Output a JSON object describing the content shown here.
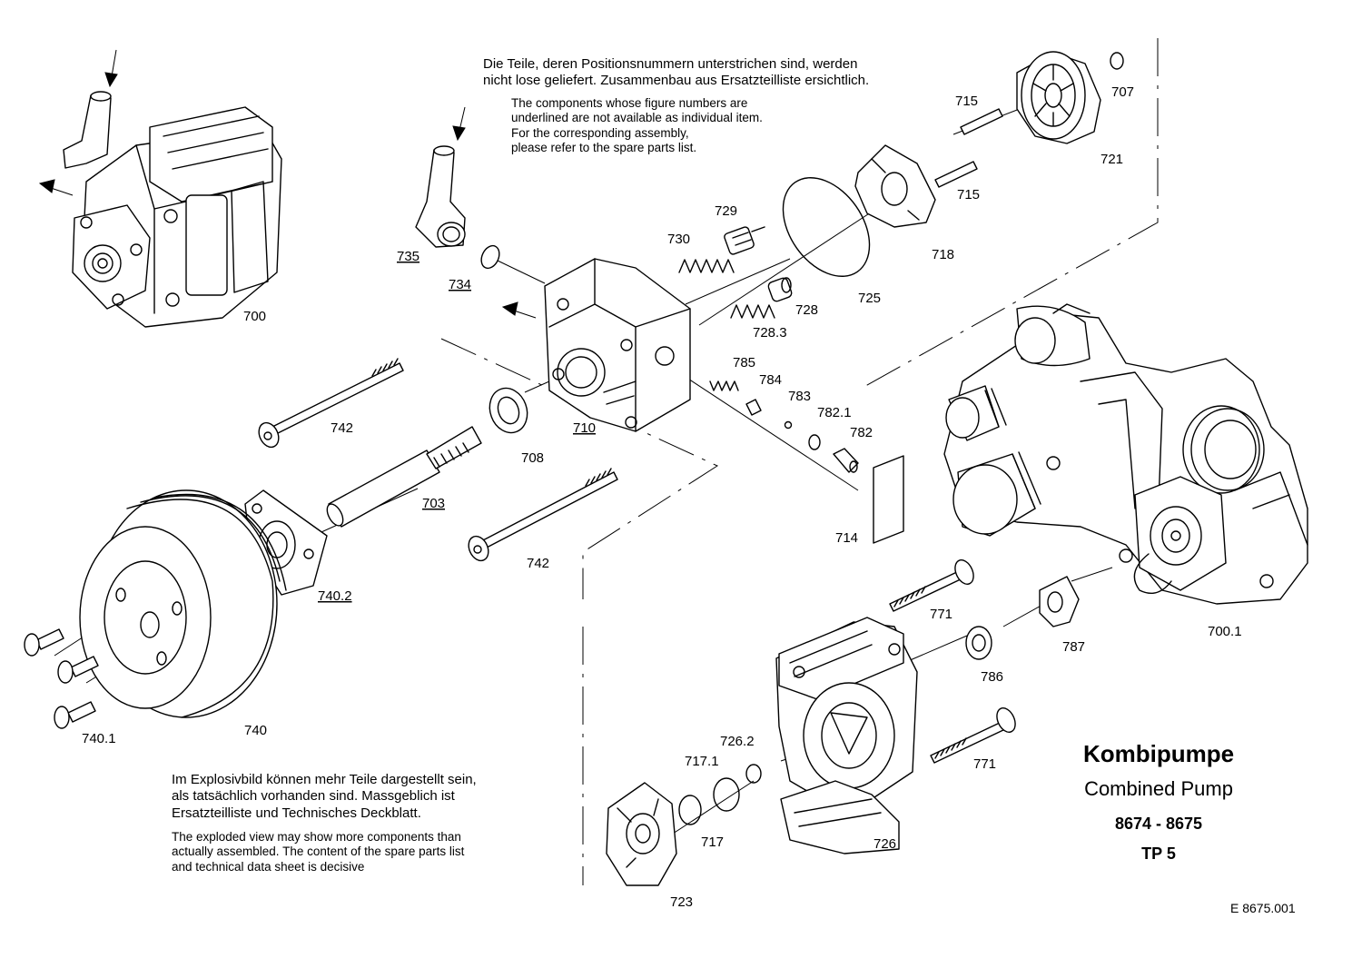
{
  "notes": {
    "top_de": [
      "Die Teile, deren Positionsnummern unterstrichen sind, werden",
      "nicht lose geliefert. Zusammenbau aus Ersatzteilliste ersichtlich."
    ],
    "top_en": [
      "The components whose figure numbers are",
      "underlined are not available as individual item.",
      "For the corresponding assembly,",
      "please refer to the spare parts list."
    ],
    "bottom_de": [
      "Im Explosivbild können mehr Teile dargestellt sein,",
      "als tatsächlich vorhanden sind. Massgeblich ist",
      "Ersatzteilliste und Technisches Deckblatt."
    ],
    "bottom_en": [
      "The exploded view may show more components than",
      "actually assembled. The content of the spare parts list",
      "and technical data sheet is decisive"
    ]
  },
  "title_block": {
    "title_de": "Kombipumpe",
    "title_en": "Combined Pump",
    "range": "8674 - 8675",
    "tp": "TP 5"
  },
  "drawing_ref": "E 8675.001",
  "part_labels": {
    "p700": "700",
    "p700_1": "700.1",
    "p703": "703",
    "p707": "707",
    "p708": "708",
    "p710": "710",
    "p714": "714",
    "p715_a": "715",
    "p715_b": "715",
    "p717": "717",
    "p717_1": "717.1",
    "p718": "718",
    "p721": "721",
    "p723": "723",
    "p725": "725",
    "p726": "726",
    "p726_2": "726.2",
    "p728": "728",
    "p728_3": "728.3",
    "p729": "729",
    "p730": "730",
    "p734": "734",
    "p735": "735",
    "p740": "740",
    "p740_1": "740.1",
    "p740_2": "740.2",
    "p742_a": "742",
    "p742_b": "742",
    "p771_a": "771",
    "p771_b": "771",
    "p782": "782",
    "p782_1": "782.1",
    "p783": "783",
    "p784": "784",
    "p785": "785",
    "p786": "786",
    "p787": "787"
  },
  "underlined_parts": [
    "703",
    "710",
    "734",
    "735",
    "740.2"
  ]
}
